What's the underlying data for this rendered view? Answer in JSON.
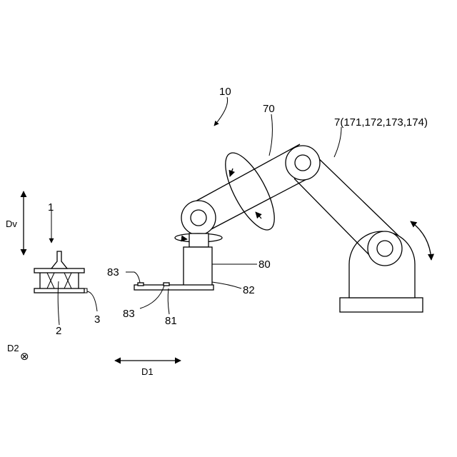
{
  "figure": {
    "labels": {
      "system": "10",
      "arm_rotation": "70",
      "robot": "7(171,172,173,174)",
      "direction_vertical": "Dv",
      "workpiece": "1",
      "part_2": "2",
      "part_3": "3",
      "direction_1": "D1",
      "direction_2": "D2",
      "hand": "80",
      "hand_body": "82",
      "plate": "81",
      "tab_left": "83",
      "tab_right": "83"
    },
    "symbols": {
      "direction_2_symbol": "⊗"
    },
    "icons": {
      "out_of_page_marker": "circle-cross-icon",
      "arrows": "arrow-icon"
    }
  }
}
